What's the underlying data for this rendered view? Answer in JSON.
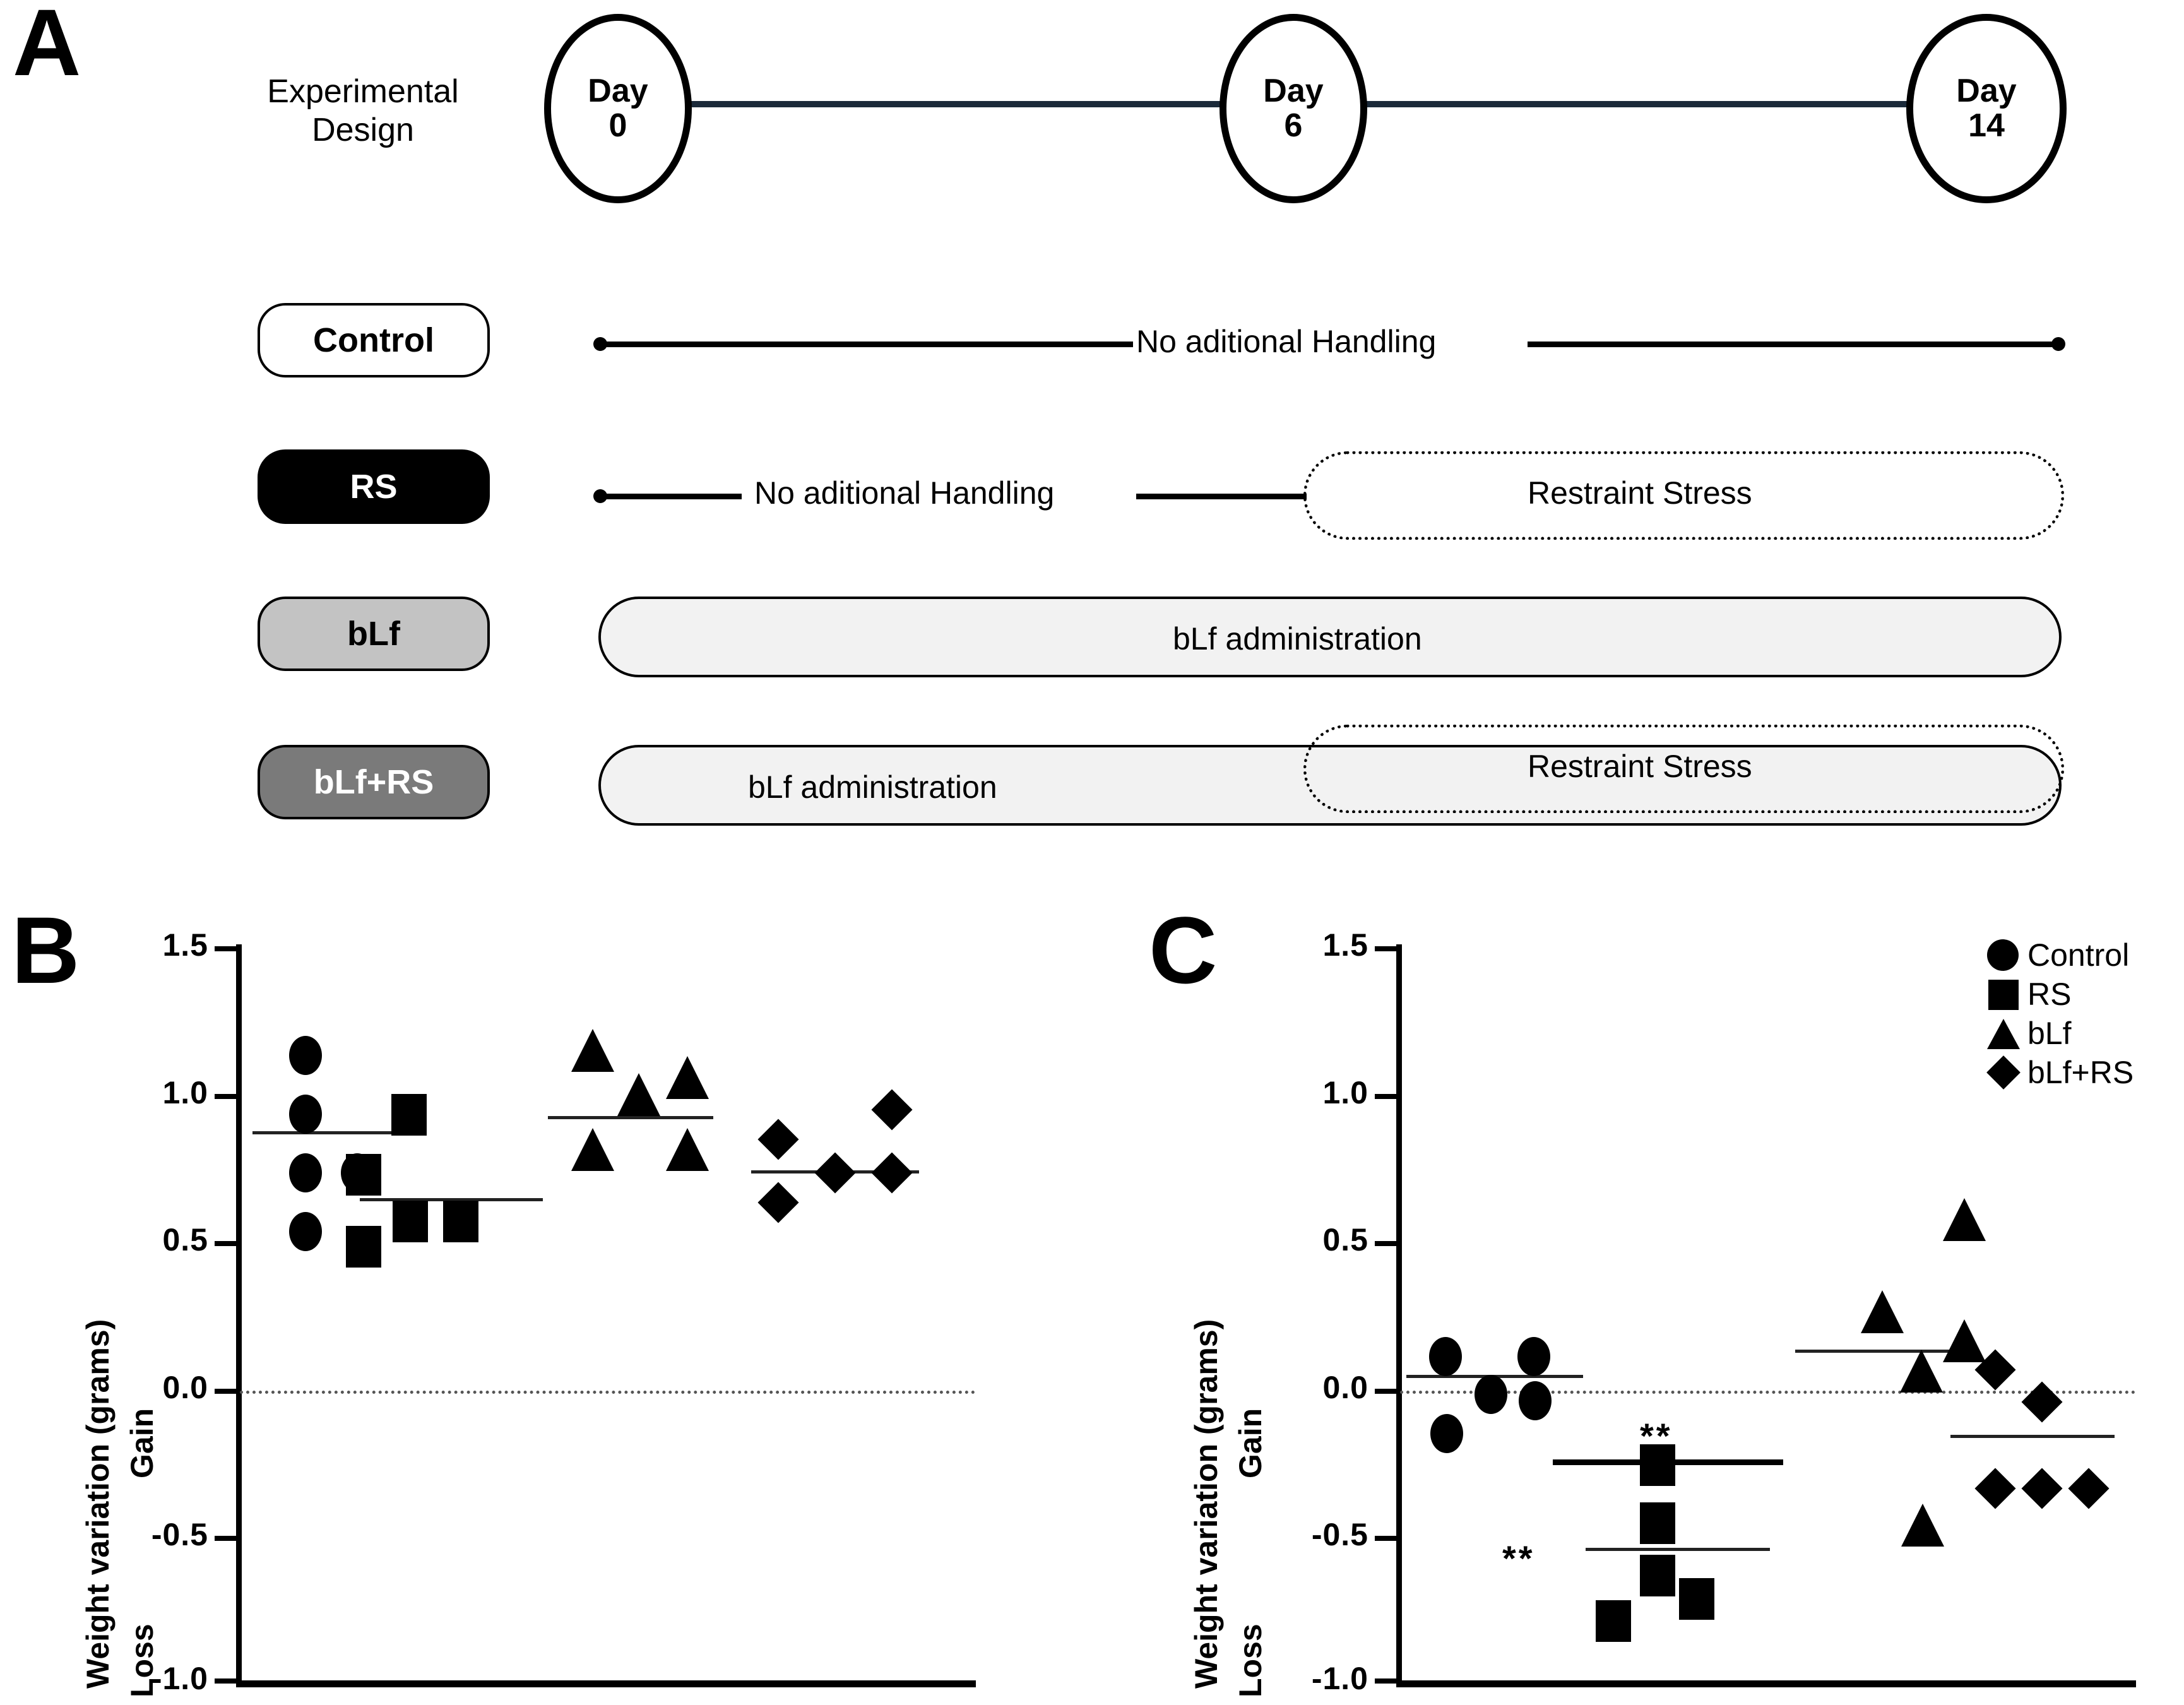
{
  "figure": {
    "panels": [
      "A",
      "B",
      "C"
    ]
  },
  "panelA": {
    "letter": "A",
    "design_caption_line1": "Experimental",
    "design_caption_line2": "Design",
    "timeline": [
      {
        "label": "Day",
        "value": "0"
      },
      {
        "label": "Day",
        "value": "6"
      },
      {
        "label": "Day",
        "value": "14"
      }
    ],
    "groups": [
      {
        "name": "Control",
        "style": "white",
        "tracks": [
          {
            "kind": "line-with-dots",
            "label": "No aditional Handling"
          }
        ]
      },
      {
        "name": "RS",
        "style": "black",
        "tracks": [
          {
            "kind": "line-with-dots",
            "label": "No aditional Handling"
          },
          {
            "kind": "dashed-capsule",
            "label": "Restraint Stress"
          }
        ]
      },
      {
        "name": "bLf",
        "style": "lightgrey",
        "tracks": [
          {
            "kind": "solid-capsule",
            "label": "bLf administration"
          }
        ]
      },
      {
        "name": "bLf+RS",
        "style": "darkgrey",
        "tracks": [
          {
            "kind": "solid-capsule",
            "label": "bLf administration"
          },
          {
            "kind": "dashed-capsule",
            "label": "Restraint Stress"
          }
        ]
      }
    ]
  },
  "chart_data": [
    {
      "panel": "B",
      "letter": "B",
      "type": "scatter",
      "title": "",
      "xlabel": "",
      "ylabel": "Weight variation (grams)",
      "ylabel_top": "Gain",
      "ylabel_bottom": "Loss",
      "ylim": [
        -1.0,
        1.5
      ],
      "yticks": [
        1.5,
        1.0,
        0.5,
        0.0,
        -0.5,
        -1.0
      ],
      "ytick_labels": [
        "1.5",
        "1.0",
        "0.5",
        "0.0",
        "-0.5",
        "-1.0"
      ],
      "grid": false,
      "zero_reference_line": 0.0,
      "legend": "none",
      "categories": [
        "Control",
        "RS",
        "bLf",
        "bLf+RS"
      ],
      "series": [
        {
          "name": "Control",
          "marker": "circle",
          "values": [
            1.2,
            1.0,
            0.8,
            0.8,
            0.6
          ],
          "mean": 0.88
        },
        {
          "name": "RS",
          "marker": "square",
          "values": [
            1.0,
            0.8,
            0.72,
            0.71,
            0.6
          ],
          "mean": 0.77
        },
        {
          "name": "bLf",
          "marker": "triangle",
          "values": [
            1.09,
            1.0,
            0.93,
            0.85,
            0.8,
            0.8
          ],
          "mean": 0.93
        },
        {
          "name": "bLf+RS",
          "marker": "diamond",
          "values": [
            1.0,
            0.9,
            0.85,
            0.83,
            0.81,
            0.7
          ],
          "mean": 0.85
        }
      ],
      "annotations": []
    },
    {
      "panel": "C",
      "letter": "C",
      "type": "scatter",
      "title": "",
      "xlabel": "",
      "ylabel": "Weight variation (grams)",
      "ylabel_top": "Gain",
      "ylabel_bottom": "Loss",
      "ylim": [
        -1.0,
        1.5
      ],
      "yticks": [
        1.5,
        1.0,
        0.5,
        0.0,
        -0.5,
        -1.0
      ],
      "ytick_labels": [
        "1.5",
        "1.0",
        "0.5",
        "0.0",
        "-0.5",
        "-1.0"
      ],
      "grid": false,
      "zero_reference_line": 0.0,
      "legend": "top-right",
      "categories": [
        "Control",
        "RS",
        "bLf",
        "bLf+RS"
      ],
      "series": [
        {
          "name": "Control",
          "marker": "circle",
          "values": [
            0.2,
            0.2,
            0.05,
            0.0,
            -0.1
          ],
          "mean": 0.05
        },
        {
          "name": "RS",
          "marker": "square",
          "values": [
            -0.2,
            -0.4,
            -0.58,
            -0.7,
            -0.8
          ],
          "mean": -0.54
        },
        {
          "name": "bLf",
          "marker": "triangle",
          "values": [
            0.6,
            0.29,
            0.19,
            0.1,
            -0.41
          ],
          "mean": 0.16
        },
        {
          "name": "bLf+RS",
          "marker": "diamond",
          "values": [
            0.1,
            0.0,
            -0.3,
            -0.3,
            -0.3
          ],
          "mean": -0.15
        }
      ],
      "annotations": [
        {
          "text": "**",
          "target": "RS",
          "kind": "star-above-group"
        },
        {
          "text": "**",
          "from": "RS",
          "to": "bLf",
          "kind": "bracket-between-groups"
        }
      ]
    }
  ],
  "legend": {
    "items": [
      {
        "label": "Control",
        "marker": "circle"
      },
      {
        "label": "RS",
        "marker": "square"
      },
      {
        "label": "bLf",
        "marker": "triangle"
      },
      {
        "label": "bLf+RS",
        "marker": "diamond"
      }
    ]
  }
}
